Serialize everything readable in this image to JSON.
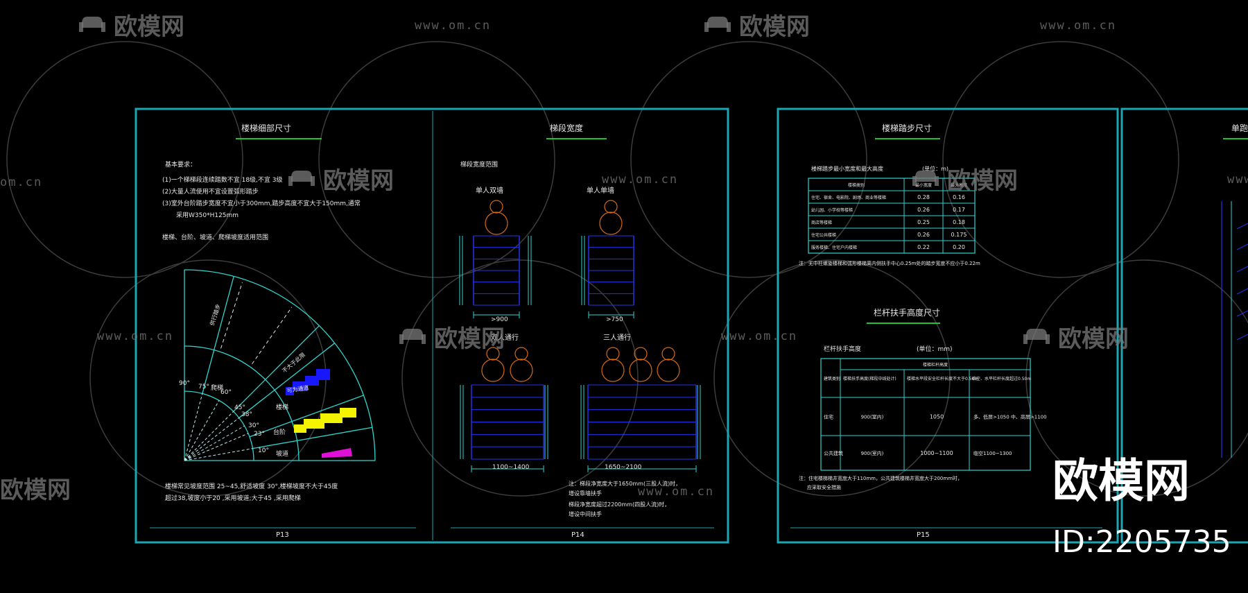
{
  "colors": {
    "background": "#000000",
    "frame": "#1ba6b4",
    "cad_line": "#2fd6d0",
    "white_text": "#e8e8e8",
    "title_underline": "#22c22e",
    "blue_line": "#2233ee",
    "orange": "#d86a10",
    "yellow": "#f4f400",
    "blue_fill": "#1818ff",
    "magenta": "#e010d8",
    "watermark": "#7a7a7a"
  },
  "watermark": {
    "brand": "欧模网",
    "url": "www.om.cn",
    "url_short": "om.cn",
    "id_label": "ID:2205735"
  },
  "sheet1": {
    "title": "楼梯细部尺寸",
    "req_heading": "基本要求：",
    "req1a": "(1)一个梯梯段连续踏数不宜  18级,不宜  3级",
    "req2": "(2)大量人流使用不宜设置弧形踏步",
    "req3a": "(3)室外台阶踏步宽度不宜小于300mm,踏步高度不宜大于150mm,通常",
    "req3b": "采用W350*H125mm",
    "section_title": "楼梯、台阶、坡道、爬梯坡度适用范围",
    "diagram": {
      "band_labels": [
        "爬梯",
        "楼梯",
        "台阶",
        "坡道"
      ],
      "outer_labels": [
        "供行踏步",
        "不大于此限",
        "可为通道"
      ],
      "angles": [
        "90°",
        "75°",
        "60°",
        "45°",
        "38°",
        "30°",
        "23°",
        "10°"
      ]
    },
    "note_line1": "楼梯常见坡度范围 25~45,舒适坡度 30°,楼梯坡度不大于45度",
    "note_line2": "超过38,坡度小于20 ,采用坡道;大于45 ,采用爬梯",
    "page": "P13"
  },
  "sheet2": {
    "title": "梯段宽度",
    "subtitle": "梯段宽度范围",
    "single_two_walls": "单人双墙",
    "single_one_wall": "单人单墙",
    "double": "双人通行",
    "triple": "三人通行",
    "dim1": ">900",
    "dim2": ">750",
    "dim3": "1100~1400",
    "dim4": "1650~2100",
    "note1": "注：梯段净宽度大于1650mm(三股人流)时，",
    "note2": "      增设靠墙扶手",
    "note3": "      梯段净宽度超过2200mm(四股人流)时，",
    "note4": "      增设中间扶手",
    "page": "P14"
  },
  "sheet3": {
    "title": "楼梯踏步尺寸",
    "table1_caption": "楼梯踏步最小宽度和最大高度",
    "unit_m": "(单位：m)",
    "table1_head": [
      "楼梯类别",
      "最小宽度",
      "最大高度"
    ],
    "table1_rows": [
      [
        "住宅、宿舍、电影院、剧场、商业等楼梯",
        "0.28",
        "0.16"
      ],
      [
        "幼儿园、小学校等楼梯",
        "0.26",
        "0.17"
      ],
      [
        "商店等楼梯",
        "0.25",
        "0.18"
      ],
      [
        "住宅公共楼梯",
        "0.26",
        "0.175"
      ],
      [
        "服务楼梯、住宅户内楼梯",
        "0.22",
        "0.20"
      ]
    ],
    "table1_note": "注：无中柱螺旋楼梯和弧形楼梯离内侧扶手中心0.25m处的踏步宽度不应小于0.22m",
    "title2": "栏杆扶手高度尺寸",
    "table2_caption": "栏杆扶手高度",
    "unit_mm": "(单位：mm)",
    "table2_head_top": "楼梯栏杆高度",
    "table2_head": [
      "建筑类别",
      "楼梯扶手高度(梯段中线处计)",
      "楼梯水平段安全栏杆长度不大于0.50m",
      "临空、水平栏杆长度超过0.50m"
    ],
    "table2_rows": [
      [
        "住宅",
        "900(室内)",
        "1050",
        "多、低层>1050 中、高层>1100"
      ],
      [
        "公共建筑",
        "900(室内)",
        "1000~1100",
        "临空1100~1300"
      ]
    ],
    "table2_note1": "注：住宅楼梯梯井宽度大于110mm，公共建筑楼梯井宽度大于200mm时，",
    "table2_note2": "    应采取安全措施",
    "page": "P15"
  },
  "sheet4": {
    "title": "单跑"
  }
}
